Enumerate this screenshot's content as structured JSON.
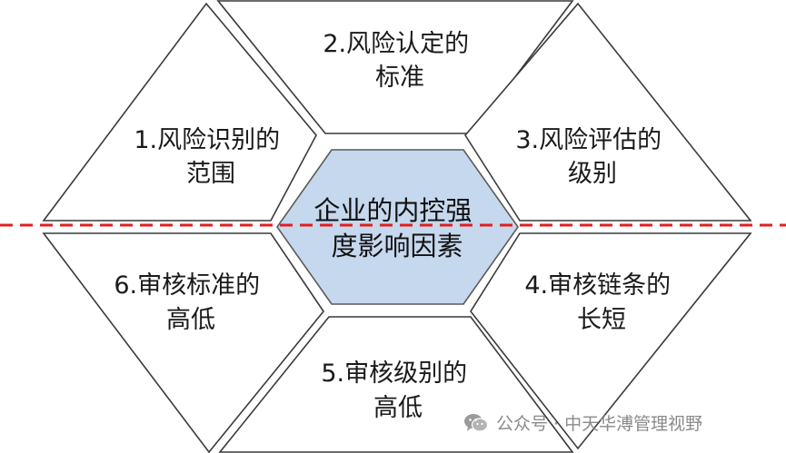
{
  "center": {
    "line1": "企业的内控强",
    "line2": "度影响因素"
  },
  "segments": [
    {
      "id": "1",
      "line1": "1.风险识别的",
      "line2": "范围"
    },
    {
      "id": "2",
      "line1": "2.风险认定的",
      "line2": "标准"
    },
    {
      "id": "3",
      "line1": "3.风险评估的",
      "line2": "级别"
    },
    {
      "id": "4",
      "line1": "4.审核链条的",
      "line2": "长短"
    },
    {
      "id": "5",
      "line1": "5.审核级别的",
      "line2": "高低"
    },
    {
      "id": "6",
      "line1": "6.审核标准的",
      "line2": "高低"
    }
  ],
  "colors": {
    "center_fill": "#c6d8ee",
    "center_stroke": "#5a5a5a",
    "divider": "#e02020",
    "segment_stroke": "#3a3a3a"
  },
  "watermark": {
    "icon": "wechat-icon",
    "text": "公众号 · 中天华溥管理视野"
  }
}
